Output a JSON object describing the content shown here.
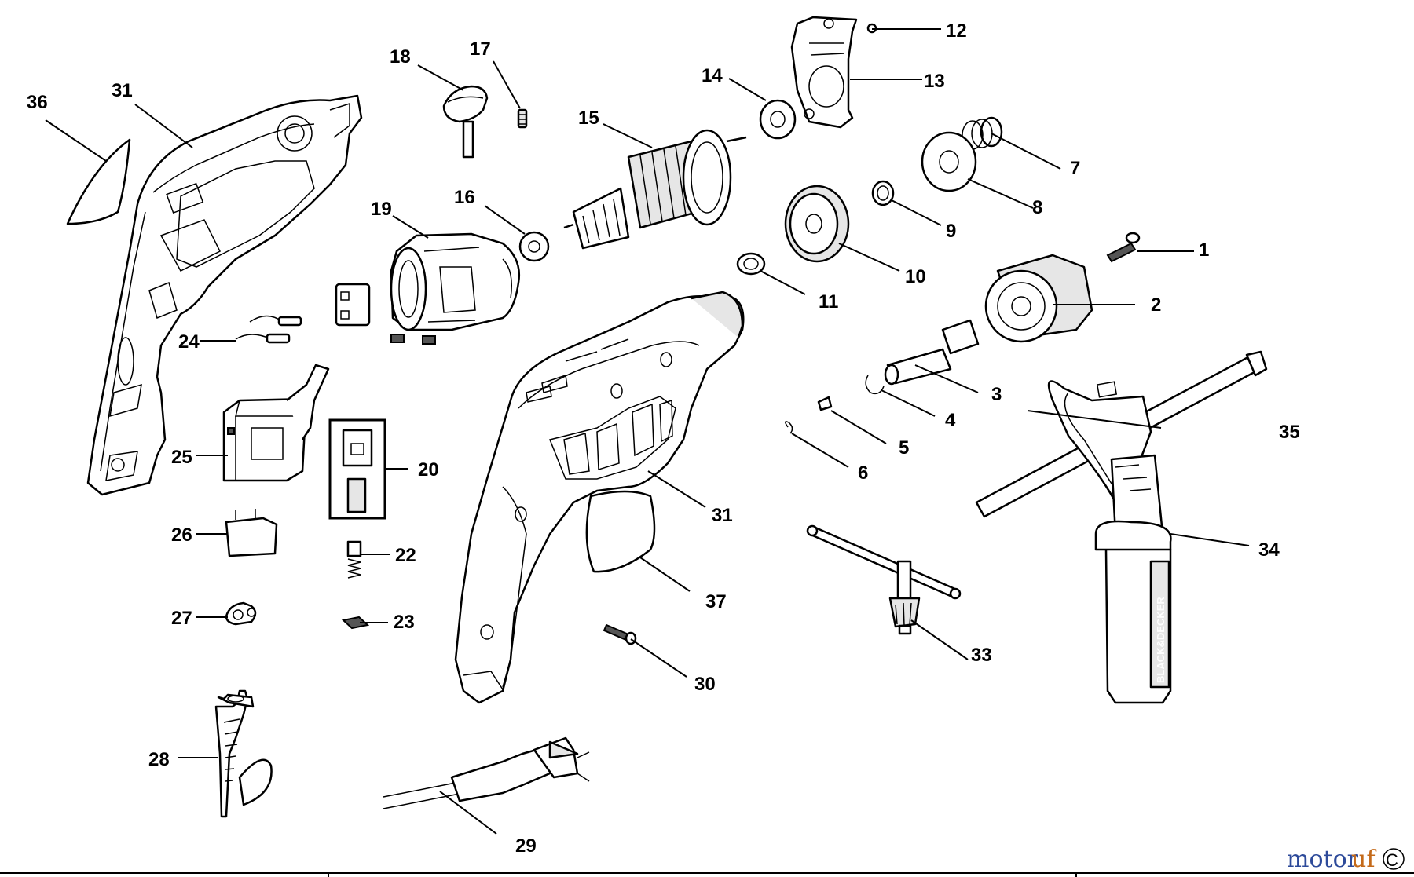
{
  "diagram": {
    "labels": {
      "p1": "1",
      "p2": "2",
      "p3": "3",
      "p4": "4",
      "p5": "5",
      "p6": "6",
      "p7": "7",
      "p8": "8",
      "p9": "9",
      "p10": "10",
      "p11": "11",
      "p12": "12",
      "p13": "13",
      "p14": "14",
      "p15": "15",
      "p16": "16",
      "p17": "17",
      "p18": "18",
      "p19": "19",
      "p20": "20",
      "p22": "22",
      "p23": "23",
      "p24": "24",
      "p25": "25",
      "p26": "26",
      "p27": "27",
      "p28": "28",
      "p29": "29",
      "p30": "30",
      "p31a": "31",
      "p31b": "31",
      "p33": "33",
      "p34": "34",
      "p35": "35",
      "p36": "36",
      "p37": "37"
    },
    "handle_brand": "BLACK&DECKER",
    "watermark": {
      "part1": "motor",
      "part2": "uf",
      "copyright": "C"
    }
  }
}
